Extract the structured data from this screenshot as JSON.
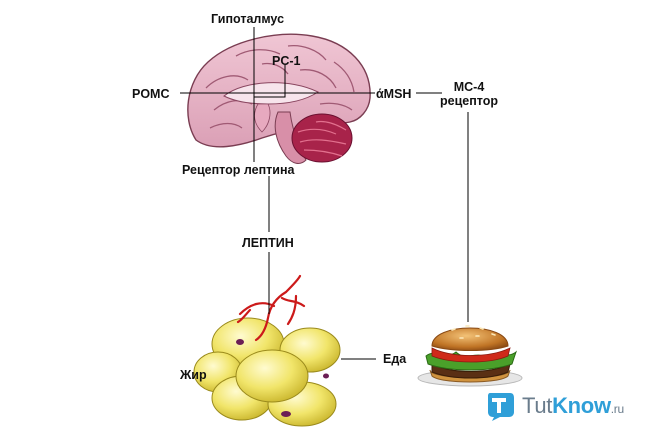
{
  "labels": {
    "hypothalamus": "Гипоталмус",
    "pc1": "PC-1",
    "pomc": "POMC",
    "amsh": "άMSH",
    "mc4_line1": "MC-4",
    "mc4_line2": "рецептор",
    "leptin_receptor": "Рецептор лептина",
    "leptin": "ЛЕПТИН",
    "fat": "Жир",
    "food": "Еда"
  },
  "watermark": {
    "part1": "Tut",
    "part2": "Know",
    "suffix": ".ru"
  },
  "colors": {
    "brain": "#e8b6c8",
    "cerebellum": "#a8234a",
    "fat": "#f1e56a",
    "vessel": "#cc1a1a",
    "line": "#000000",
    "watermark_accent": "#2f9fd8",
    "watermark_gray": "#6a7c8c"
  },
  "icons": [
    "brain-illustration",
    "fat-cells-illustration",
    "burger-illustration",
    "tutknow-logo-icon"
  ]
}
